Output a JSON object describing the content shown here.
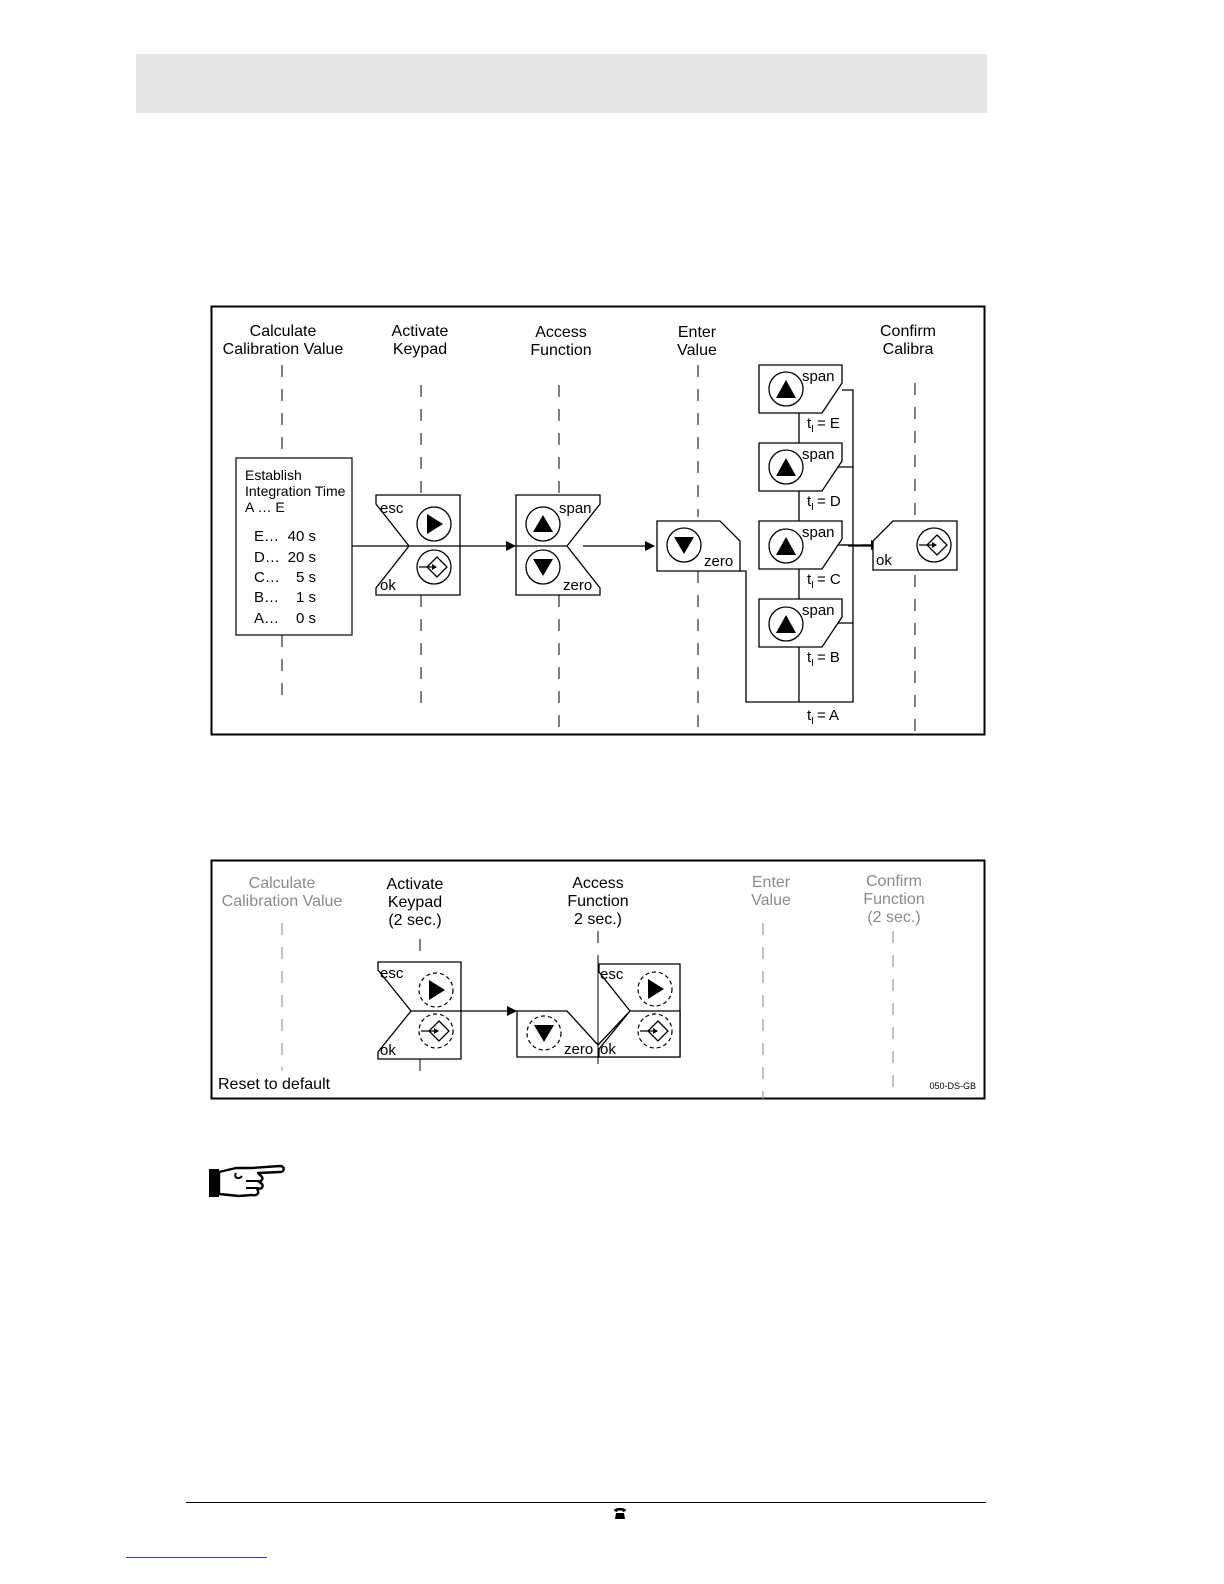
{
  "diagram1": {
    "stages": [
      "Calculate\nCalibration Value",
      "Activate\nKeypad",
      "Access\nFunction",
      "Enter\nValue",
      "Confirm\nCalibra"
    ],
    "integration_box": {
      "title_lines": [
        "Establish",
        "Integration Time",
        "A … E"
      ],
      "rows": [
        {
          "key": "E…",
          "value": "40 s"
        },
        {
          "key": "D…",
          "value": "20 s"
        },
        {
          "key": "C…",
          "value": "5 s"
        },
        {
          "key": "B…",
          "value": "1 s"
        },
        {
          "key": "A…",
          "value": "0 s"
        }
      ]
    },
    "key_labels": {
      "esc": "esc",
      "ok": "ok",
      "span": "span",
      "zero": "zero"
    },
    "ti_labels": [
      {
        "sub": "I",
        "value": "= E"
      },
      {
        "sub": "I",
        "value": "= D"
      },
      {
        "sub": "I",
        "value": "= C"
      },
      {
        "sub": "I",
        "value": "= B"
      },
      {
        "sub": "I",
        "value": "= A"
      }
    ],
    "ti_prefix": "t"
  },
  "diagram2": {
    "stages": [
      "Calculate\nCalibration Value",
      "Activate\nKeypad\n(2 sec.)",
      "Access\nFunction\n2 sec.)",
      "Enter\nValue",
      "Confirm\nFunction\n(2 sec.)"
    ],
    "stage_colors": [
      "#8a8a8a",
      "#000000",
      "#000000",
      "#8a8a8a",
      "#8a8a8a"
    ],
    "key_labels": {
      "esc": "esc",
      "ok": "ok",
      "zero": "zero"
    },
    "caption": "Reset to default",
    "code": "050-DS-GB"
  },
  "colors": {
    "header_band": "#e6e6e6",
    "muted_text": "#8a8a8a",
    "link_line": "#2f3fc8"
  },
  "icons": [
    "right-triangle-icon",
    "enter-diamond-icon",
    "up-triangle-icon",
    "down-triangle-icon",
    "pointing-hand-icon",
    "telephone-icon"
  ]
}
